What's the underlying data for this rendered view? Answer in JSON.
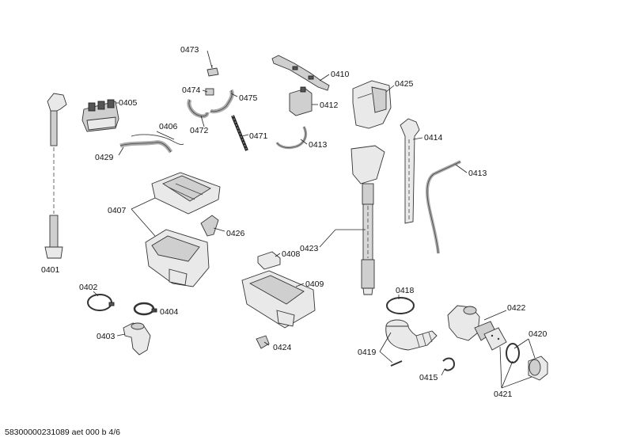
{
  "labels": {
    "l0401": "0401",
    "l0402": "0402",
    "l0403": "0403",
    "l0404": "0404",
    "l0405": "0405",
    "l0406": "0406",
    "l0407": "0407",
    "l0408": "0408",
    "l0409": "0409",
    "l0410": "0410",
    "l0412": "0412",
    "l0413a": "0413",
    "l0413b": "0413",
    "l0414": "0414",
    "l0415": "0415",
    "l0418": "0418",
    "l0419": "0419",
    "l0420": "0420",
    "l0421": "0421",
    "l0422": "0422",
    "l0423": "0423",
    "l0424": "0424",
    "l0425": "0425",
    "l0426": "0426",
    "l0429": "0429",
    "l0471": "0471",
    "l0472": "0472",
    "l0473": "0473",
    "l0474": "0474",
    "l0475": "0475"
  },
  "footer": "58300000231089 aet 000 b 4/6"
}
